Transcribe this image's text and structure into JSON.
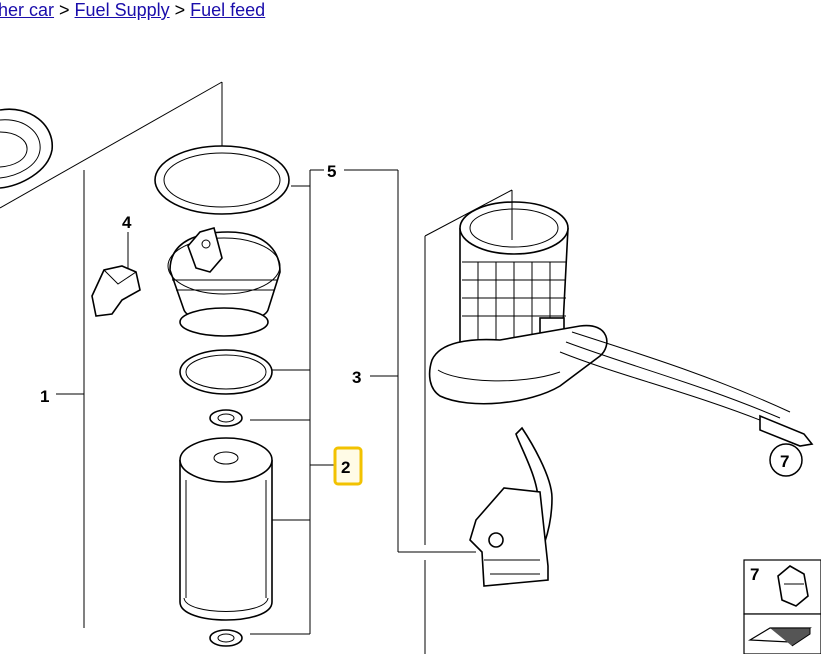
{
  "breadcrumb": {
    "items": [
      "her car",
      "Fuel Supply",
      "Fuel feed"
    ],
    "separator": ">"
  },
  "callouts": {
    "c1": "1",
    "c2": "2",
    "c3": "3",
    "c4": "4",
    "c5": "5",
    "c7": "7",
    "legend7": "7"
  },
  "colors": {
    "link": "#1a0dab",
    "highlight_border": "#f2c200"
  }
}
